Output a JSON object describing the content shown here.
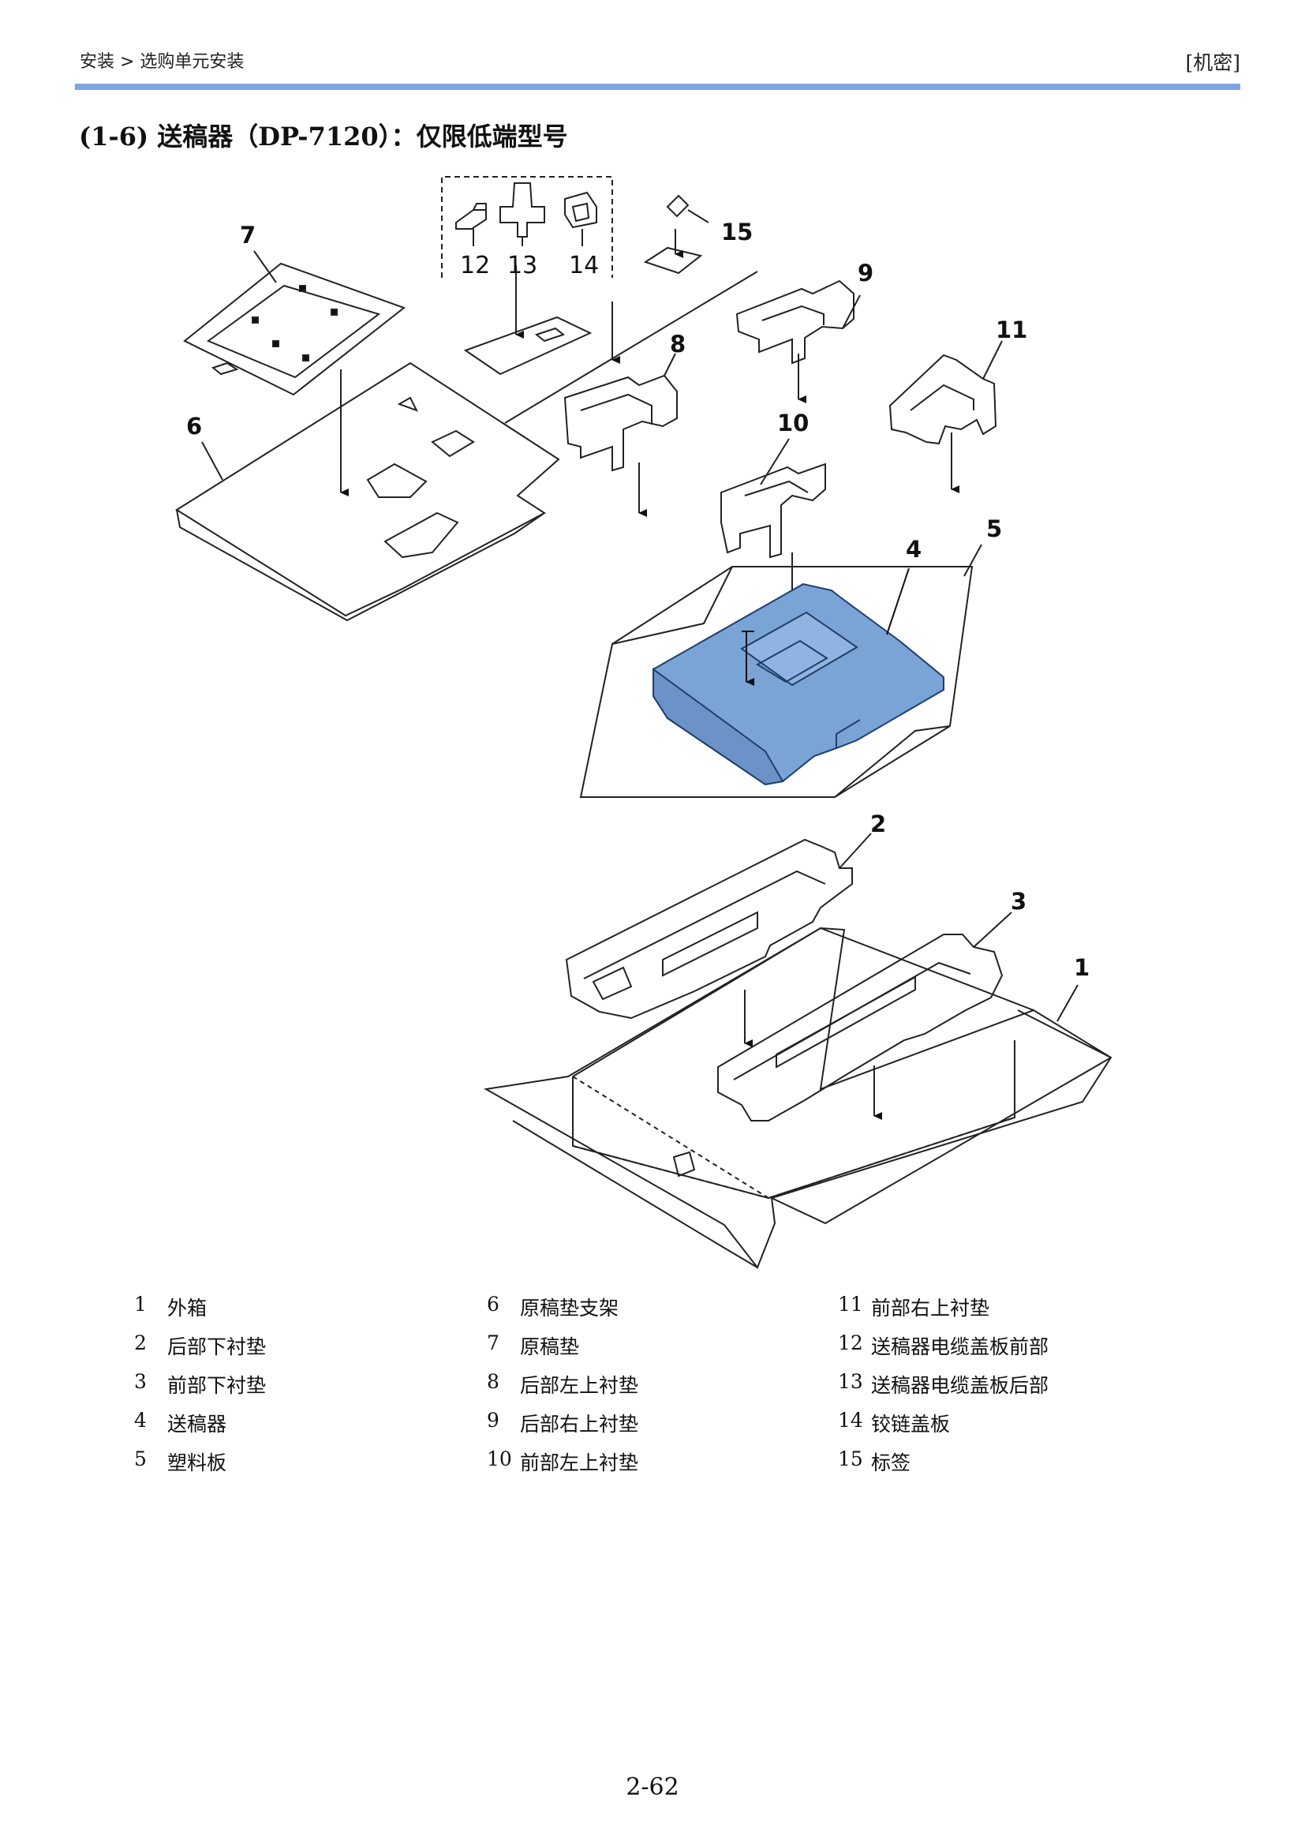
{
  "header": {
    "breadcrumb": "安装 > 选购单元安装",
    "confidential": "[机密]"
  },
  "section_title": "(1-6) 送稿器（DP-7120）：仅限低端型号",
  "figure": {
    "callouts": [
      "1",
      "2",
      "3",
      "4",
      "5",
      "6",
      "7",
      "8",
      "9",
      "10",
      "11",
      "12",
      "13",
      "14",
      "15"
    ],
    "highlight_color": "#7aa3d6"
  },
  "legend": [
    {
      "num": "1",
      "label": "外箱"
    },
    {
      "num": "2",
      "label": "后部下衬垫"
    },
    {
      "num": "3",
      "label": "前部下衬垫"
    },
    {
      "num": "4",
      "label": "送稿器"
    },
    {
      "num": "5",
      "label": "塑料板"
    },
    {
      "num": "6",
      "label": "原稿垫支架"
    },
    {
      "num": "7",
      "label": "原稿垫"
    },
    {
      "num": "8",
      "label": "后部左上衬垫"
    },
    {
      "num": "9",
      "label": "后部右上衬垫"
    },
    {
      "num": "10",
      "label": "前部左上衬垫"
    },
    {
      "num": "11",
      "label": "前部右上衬垫"
    },
    {
      "num": "12",
      "label": "送稿器电缆盖板前部"
    },
    {
      "num": "13",
      "label": "送稿器电缆盖板后部"
    },
    {
      "num": "14",
      "label": "铰链盖板"
    },
    {
      "num": "15",
      "label": "标签"
    }
  ],
  "page_number": "2-62"
}
